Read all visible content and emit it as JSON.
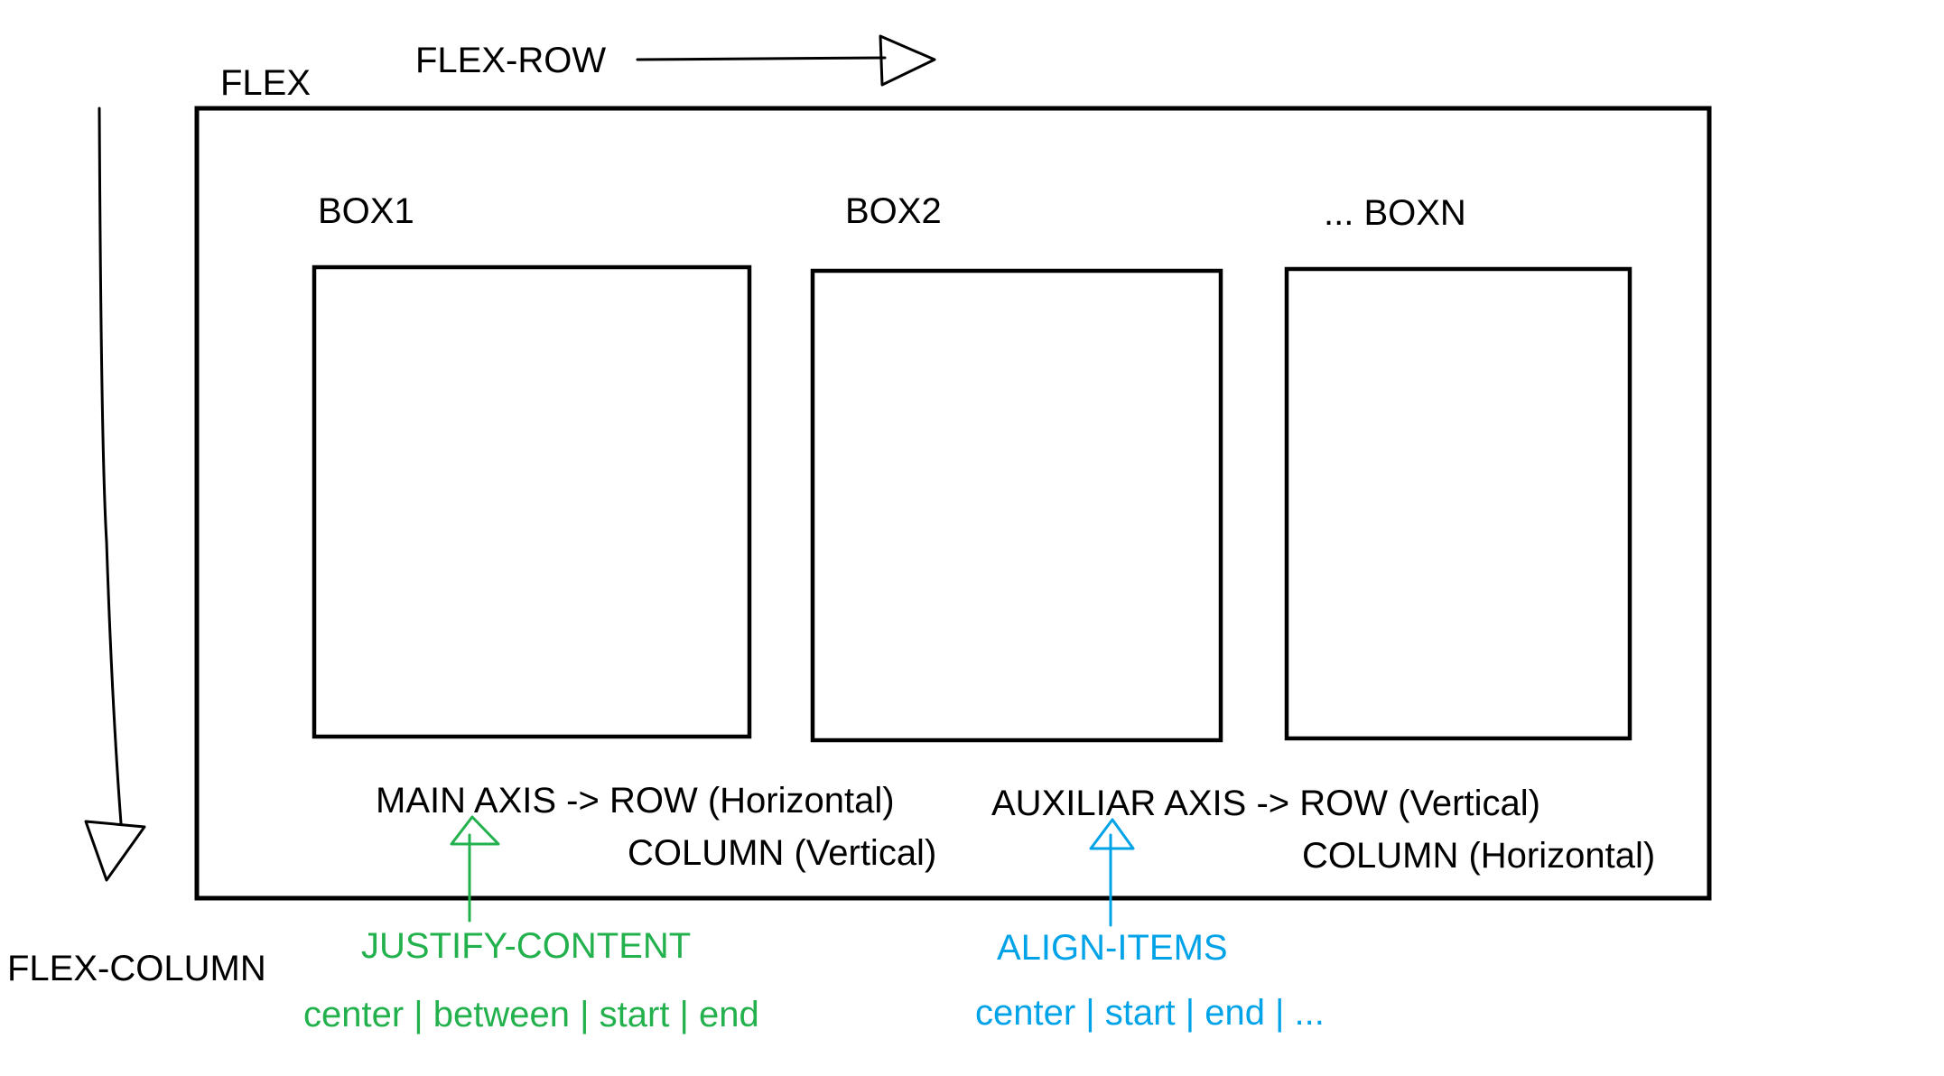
{
  "container_label": "FLEX",
  "row_direction_label": "FLEX-ROW",
  "column_direction_label": "FLEX-COLUMN",
  "boxes": [
    {
      "label": "BOX1"
    },
    {
      "label": "BOX2"
    },
    {
      "label": "... BOXN"
    }
  ],
  "main_axis": {
    "line1": "MAIN AXIS -> ROW (Horizontal)",
    "line2": "COLUMN (Vertical)",
    "property": "JUSTIFY-CONTENT",
    "values": "center | between | start | end",
    "color": "#22b14c"
  },
  "auxiliar_axis": {
    "line1": "AUXILIAR AXIS -> ROW (Vertical)",
    "line2": "COLUMN (Horizontal)",
    "property": "ALIGN-ITEMS",
    "values": "center | start | end | ...",
    "color": "#00a2e8"
  },
  "colors": {
    "stroke": "#000000",
    "background": "#ffffff"
  }
}
